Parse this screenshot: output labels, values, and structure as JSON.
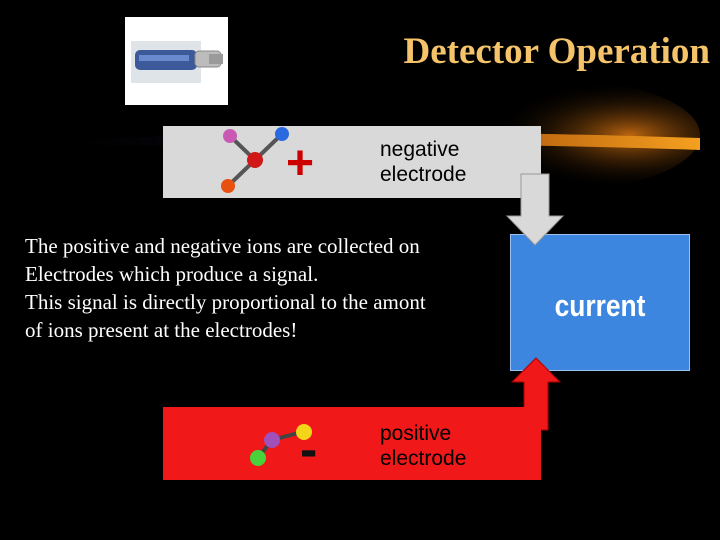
{
  "title": "Detector Operation",
  "negative_electrode": {
    "line1": "negative",
    "line2": "electrode",
    "sign": "+"
  },
  "positive_electrode": {
    "line1": "positive",
    "line2": "electrode",
    "sign": "-"
  },
  "body": {
    "line1": "The positive and negative ions are collected on",
    "line2": "Electrodes which produce a signal.",
    "line3": "This signal is directly proportional to the amont",
    "line4": "of ions present at the electrodes!"
  },
  "current_label": "current",
  "colors": {
    "title": "#f5c46a",
    "negative_box": "#d9d9d9",
    "positive_box": "#f01818",
    "current_box": "#3d86e0",
    "arrow_down": "#d9d9d9",
    "arrow_up": "#f01818"
  },
  "icons": {
    "detector_photo": "detector-tube-image",
    "ion_cluster_positive": "ion-molecule-icon",
    "ion_cluster_negative": "ion-molecule-icon"
  }
}
